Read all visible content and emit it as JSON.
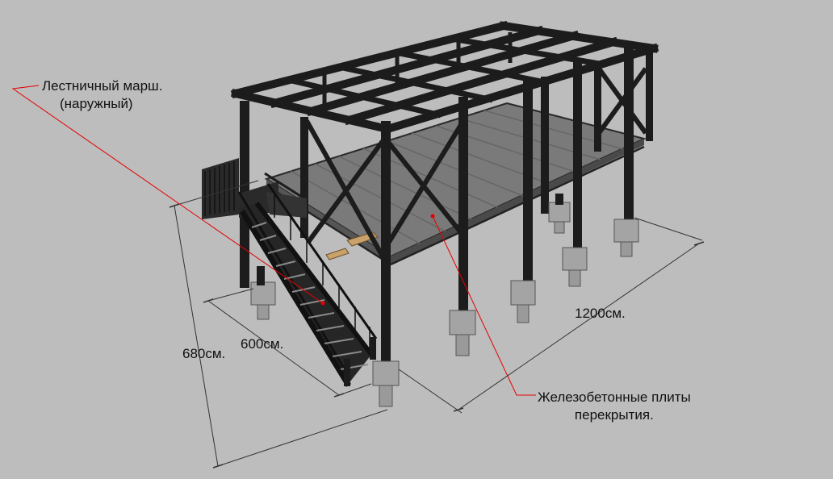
{
  "labels": {
    "stair_line1": "Лестничный марш.",
    "stair_line2": "(наружный)",
    "slab_line1": "Железобетонные плиты",
    "slab_line2": "перекрытия.",
    "dim_length": "1200см.",
    "dim_width": "600см.",
    "dim_height": "680см."
  },
  "colors": {
    "background": "#bdbdbd",
    "steel": "#1c1c1c",
    "slab": "#7a7a7a",
    "concrete": "#a4a4a4",
    "wood": "#c8a26a",
    "leader": "#e60000",
    "dimension": "#333333"
  }
}
